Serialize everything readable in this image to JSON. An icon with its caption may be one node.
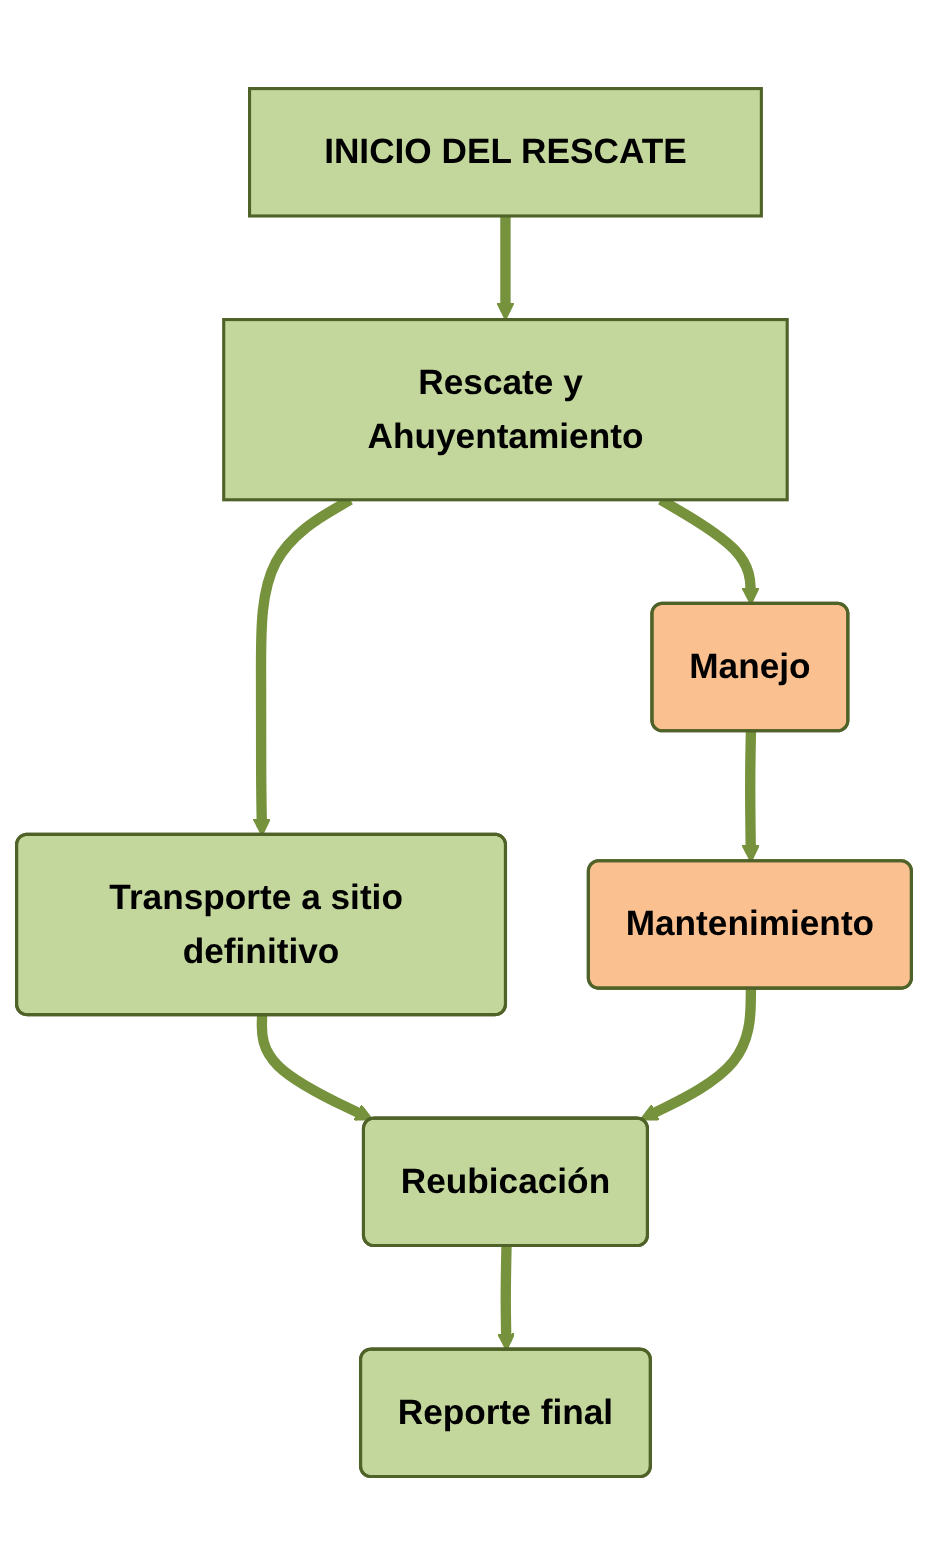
{
  "diagram": {
    "nodes": [
      {
        "text": [
          "INICIO DEL RESCATE"
        ]
      },
      {
        "text": [
          "Rescate y Ahuyentamiento"
        ]
      },
      {
        "text": [
          "Transporte a sitio definitivo"
        ]
      },
      {
        "text": [
          "Manejo"
        ]
      },
      {
        "text": [
          "Reubicación"
        ]
      },
      {
        "text": [
          "Mantenimiento"
        ]
      },
      {
        "text": [
          "Reporte final"
        ]
      }
    ],
    "edges": [
      {
        "from": 0,
        "to": 1,
        "arrow": "to"
      },
      {
        "from": 1,
        "to": 2,
        "arrow": "to"
      },
      {
        "from": 1,
        "to": 3,
        "arrow": "to"
      },
      {
        "from": 2,
        "to": 4,
        "arrow": "to"
      },
      {
        "from": 3,
        "to": 5,
        "arrow": "to"
      },
      {
        "from": 5,
        "to": 4,
        "arrow": "to"
      },
      {
        "from": 4,
        "to": 6,
        "arrow": "to"
      }
    ]
  }
}
